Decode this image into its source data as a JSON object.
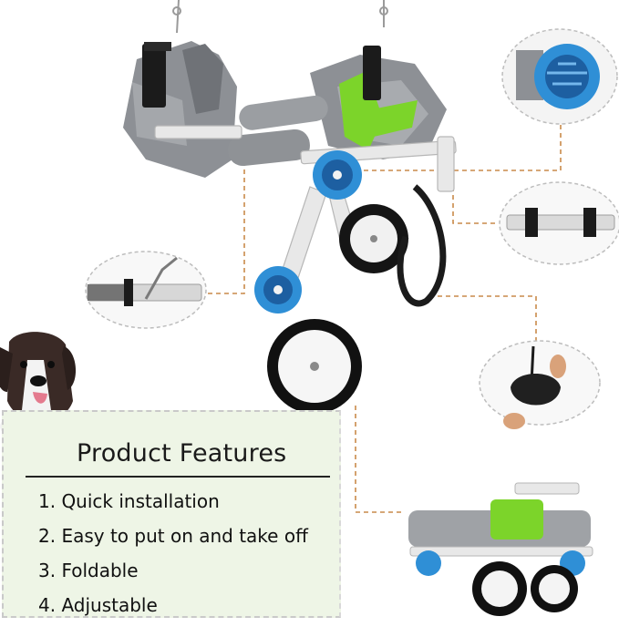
{
  "product_features": {
    "title": "Product Features",
    "items": [
      "1. Quick installation",
      "2. Easy to put on and take off",
      "3. Foldable",
      "4. Adjustable"
    ]
  },
  "colors": {
    "frame": "#e8e8e8",
    "harness_gray": "#8d9095",
    "harness_green": "#7cd42a",
    "knob_blue": "#2f8fd6",
    "wheel_black": "#111111",
    "leader_line": "#c98a4a",
    "features_bg": "#eef5e6"
  }
}
